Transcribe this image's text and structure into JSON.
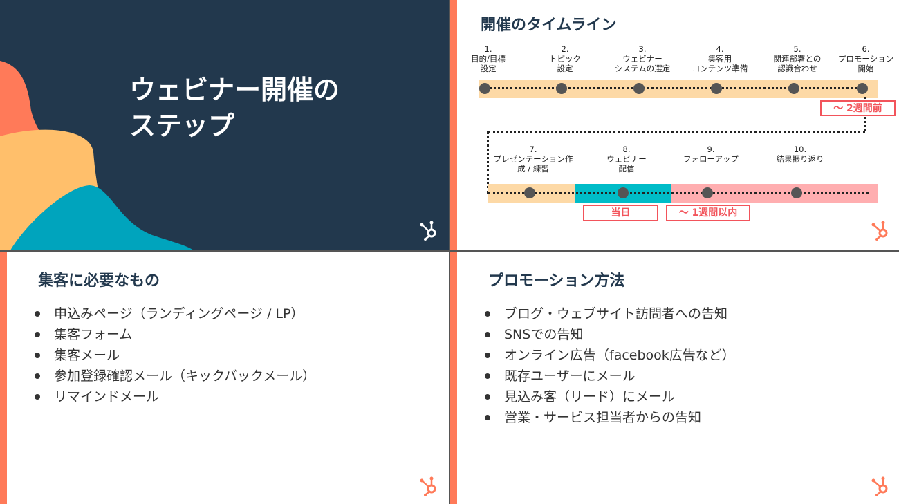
{
  "slide1": {
    "title_line1": "ウェビナー開催の",
    "title_line2": "ステップ"
  },
  "slide2": {
    "title": "開催のタイムライン",
    "steps": [
      {
        "num": "1.",
        "line1": "目的/目標",
        "line2": "設定"
      },
      {
        "num": "2.",
        "line1": "トピック",
        "line2": "設定"
      },
      {
        "num": "3.",
        "line1": "ウェビナー",
        "line2": "システムの選定"
      },
      {
        "num": "4.",
        "line1": "集客用",
        "line2": "コンテンツ準備"
      },
      {
        "num": "5.",
        "line1": "関連部署との",
        "line2": "認識合わせ"
      },
      {
        "num": "6.",
        "line1": "プロモーション",
        "line2": "開始"
      },
      {
        "num": "7.",
        "line1": "プレゼンテーション作",
        "line2": "成 / 練習"
      },
      {
        "num": "8.",
        "line1": "ウェビナー",
        "line2": "配信"
      },
      {
        "num": "9.",
        "line1": "フォローアップ",
        "line2": ""
      },
      {
        "num": "10.",
        "line1": "結果振り返り",
        "line2": ""
      }
    ],
    "badges": {
      "two_weeks": "～ 2週間前",
      "day_of": "当日",
      "one_week": "～ 1週間以内"
    },
    "colors": {
      "prep": "#fdd9a6",
      "day": "#00bcc8",
      "after": "#ffaeb0",
      "badge": "#f2545b"
    }
  },
  "slide3": {
    "title": "集客に必要なもの",
    "items": [
      "申込みページ（ランディングページ / LP）",
      "集客フォーム",
      "集客メール",
      "参加登録確認メール（キックバックメール）",
      "リマインドメール"
    ]
  },
  "slide4": {
    "title": "プロモーション方法",
    "items": [
      "ブログ・ウェブサイト訪問者への告知",
      "SNSでの告知",
      "オンライン広告（facebook広告など）",
      "既存ユーザーにメール",
      "見込み客（リード）にメール",
      "営業・サービス担当者からの告知"
    ]
  }
}
